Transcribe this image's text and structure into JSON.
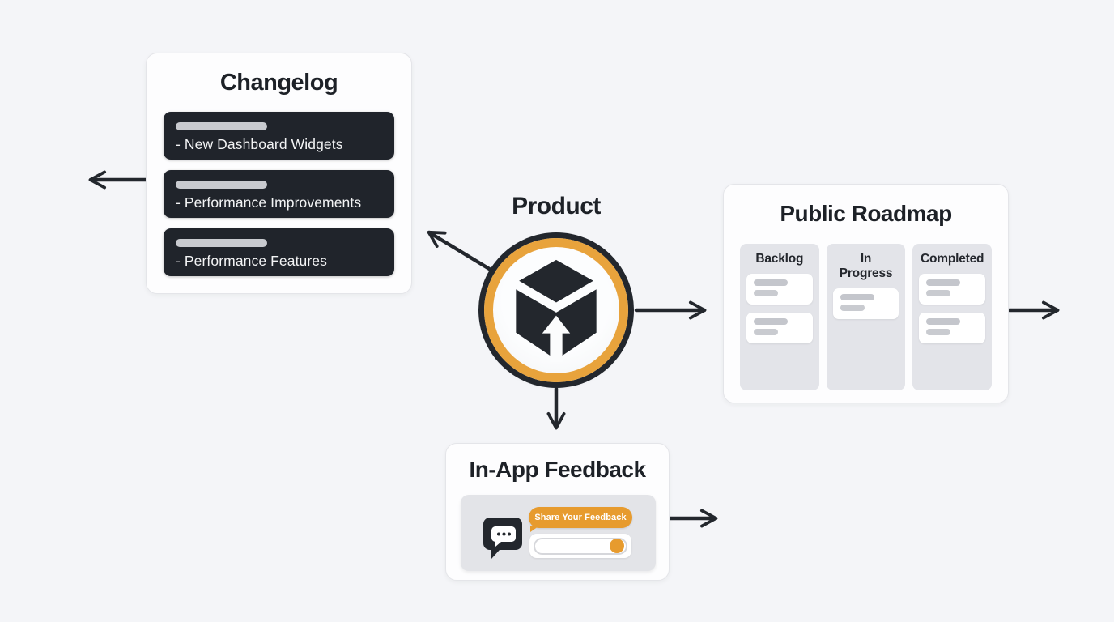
{
  "diagram": {
    "background_color": "#f4f5f8",
    "accent_orange": "#e8a33c",
    "dark_color": "#23272d"
  },
  "changelog": {
    "title": "Changelog",
    "items": [
      {
        "label": "- New Dashboard Widgets"
      },
      {
        "label": "- Performance Improvements"
      },
      {
        "label": "- Performance Features"
      }
    ]
  },
  "product": {
    "title": "Product",
    "icon": "cube-upload-icon"
  },
  "roadmap": {
    "title": "Public Roadmap",
    "columns": [
      {
        "label": "Backlog",
        "placeholder_cards": 2
      },
      {
        "label": "In Progress",
        "placeholder_cards": 1
      },
      {
        "label": "Completed",
        "placeholder_cards": 2
      }
    ]
  },
  "feedback": {
    "title": "In-App Feedback",
    "bubble_label": "Share Your Feedback",
    "icon": "chat-bubble-icon"
  }
}
